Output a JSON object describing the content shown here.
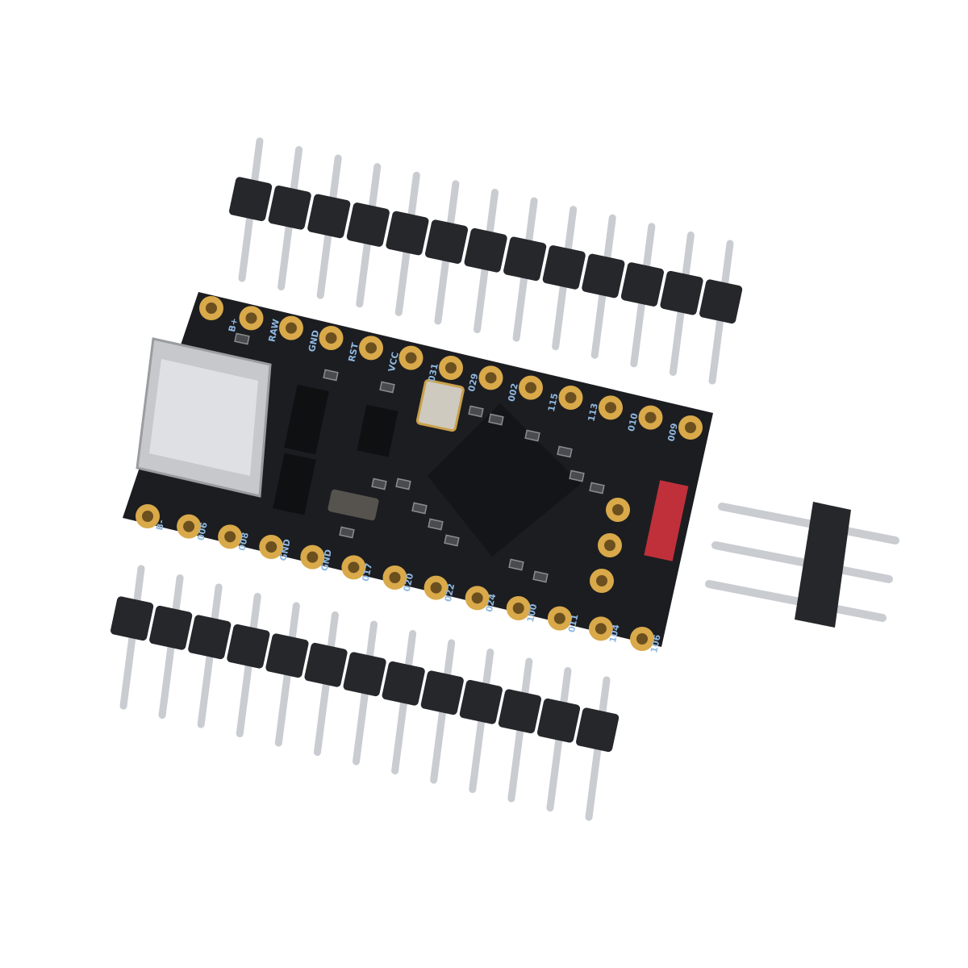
{
  "product": {
    "board_color": "#1c1d21",
    "pad_color": "#d9a94a",
    "header_color": "#25272b",
    "pin_color": "#c9ccd0",
    "fuse_color": "#c0303a",
    "top_pin_labels": [
      "B+",
      "RAW",
      "GND",
      "RST",
      "VCC",
      "031",
      "029",
      "002",
      "115",
      "113",
      "010",
      "009"
    ],
    "bottom_pin_labels": [
      "B-",
      "006",
      "008",
      "GND",
      "GND",
      "017",
      "020",
      "022",
      "024",
      "100",
      "011",
      "104",
      "106"
    ],
    "top_header_pins": 13,
    "bottom_header_pins": 13,
    "side_header_pins": 3
  }
}
